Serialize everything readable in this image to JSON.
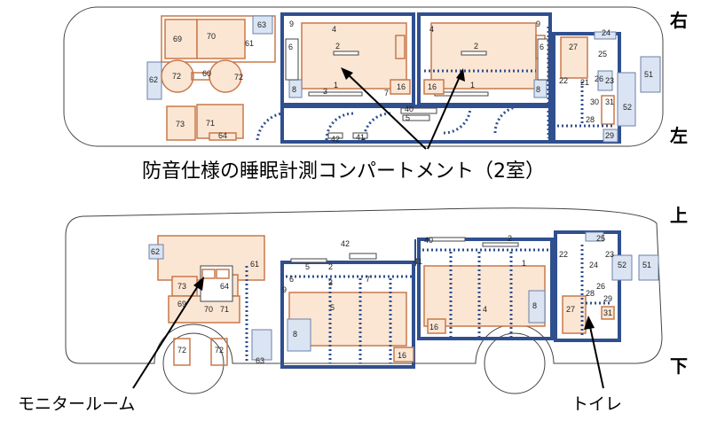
{
  "labels": {
    "right": "右",
    "left": "左",
    "up": "上",
    "down": "下",
    "caption": "防音仕様の睡眠計測コンパートメント（2室）",
    "monitor_room": "モニタールーム",
    "toilet": "トイレ"
  },
  "top_numbers": [
    "69",
    "70",
    "61",
    "63",
    "62",
    "72",
    "60",
    "72",
    "73",
    "71",
    "64",
    "4",
    "2",
    "6",
    "9",
    "1",
    "3",
    "7",
    "16",
    "8",
    "4",
    "2",
    "6",
    "9",
    "1",
    "16",
    "8",
    "5",
    "40",
    "42",
    "41",
    "27",
    "22",
    "21",
    "26",
    "23",
    "30",
    "31",
    "28",
    "52",
    "51",
    "24",
    "25",
    "29"
  ],
  "bottom_numbers": [
    "62",
    "61",
    "73",
    "64",
    "69",
    "70",
    "71",
    "72",
    "72",
    "63",
    "42",
    "40",
    "2",
    "5",
    "7",
    "3",
    "6",
    "9",
    "1",
    "2",
    "22",
    "24",
    "23",
    "25",
    "52",
    "51",
    "41",
    "8",
    "4",
    "8",
    "16",
    "16",
    "27",
    "26",
    "28",
    "29",
    "31",
    "5"
  ]
}
